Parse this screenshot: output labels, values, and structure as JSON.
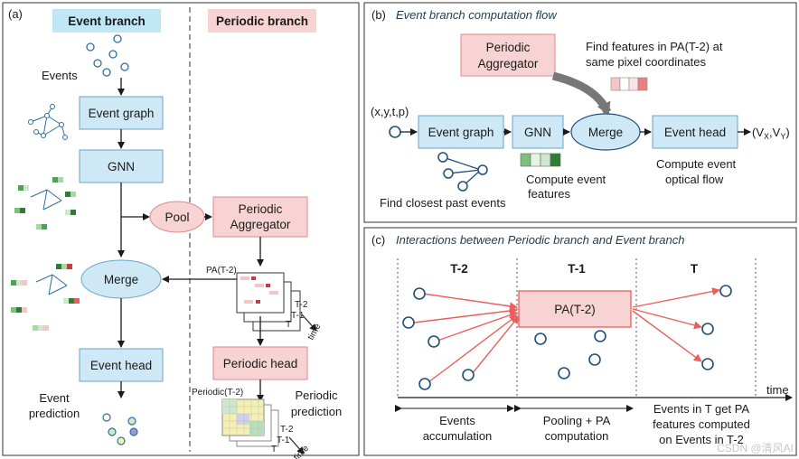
{
  "panel_a": {
    "tag": "(a)",
    "event_branch_title": "Event branch",
    "periodic_branch_title": "Periodic branch",
    "events_label": "Events",
    "event_graph": "Event graph",
    "gnn": "GNN",
    "pool": "Pool",
    "periodic_aggregator_line1": "Periodic",
    "periodic_aggregator_line2": "Aggregator",
    "merge": "Merge",
    "pa_label": "PA(T-2)",
    "stack_t2": "T-2",
    "stack_t1": "T-1",
    "stack_t": "T",
    "time": "time",
    "periodic_head": "Periodic head",
    "periodic_t2_label": "Periodic(T-2)",
    "event_head": "Event head",
    "event_prediction_line1": "Event",
    "event_prediction_line2": "prediction",
    "periodic_prediction_line1": "Periodic",
    "periodic_prediction_line2": "prediction"
  },
  "panel_b": {
    "tag": "(b)",
    "title": "Event branch computation flow",
    "periodic_aggregator_line1": "Periodic",
    "periodic_aggregator_line2": "Aggregator",
    "find_features_line1": "Find features in PA(T-2) at",
    "find_features_line2": "same pixel coordinates",
    "input": "(x,y,t,p)",
    "event_graph": "Event graph",
    "gnn": "GNN",
    "merge": "Merge",
    "event_head": "Event head",
    "output_open": "(V",
    "output_x": "X",
    "output_mid": ",V",
    "output_y": "Y",
    "output_close": ")",
    "closest_past": "Find closest past events",
    "compute_features_line1": "Compute event",
    "compute_features_line2": "features",
    "compute_flow_line1": "Compute event",
    "compute_flow_line2": "optical flow"
  },
  "panel_c": {
    "tag": "(c)",
    "title": "Interactions between Periodic branch and Event branch",
    "col_t2": "T-2",
    "col_t1": "T-1",
    "col_t": "T",
    "pa_box": "PA(T-2)",
    "time": "time",
    "acc_line1": "Events",
    "acc_line2": "accumulation",
    "pool_line1": "Pooling + PA",
    "pool_line2": "computation",
    "t_line1": "Events in T get PA",
    "t_line2": "features computed",
    "t_line3": "on Events in T-2"
  },
  "watermark": "CSDN @清风AI",
  "colors": {
    "blue_box": "#cfe8f5",
    "red_box": "#f8d3d3",
    "title_blue_bg": "#bfe7f5",
    "title_red_bg": "#f8d3d3",
    "node_stroke": "#2e6f9e",
    "arrow_red": "#e8605c",
    "green": "#4aa550"
  }
}
